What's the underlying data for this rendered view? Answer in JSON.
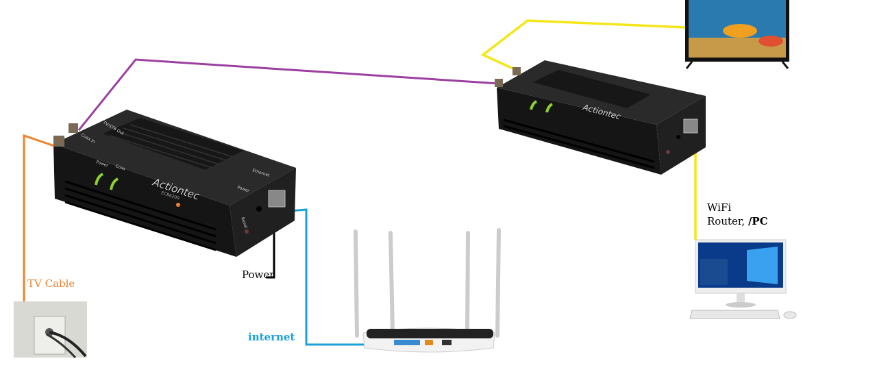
{
  "labels": {
    "tv_cable": "TV Cable",
    "power": "Power",
    "internet": "internet",
    "wifi_line1": "WiFi",
    "wifi_line2": "Router, ",
    "wifi_pc": "/PC"
  },
  "adapter": {
    "brand": "Actiontec",
    "model": "ECB6200",
    "tv_out": "TV/STB Out",
    "coax_in": "Coax In",
    "led_power": "Power",
    "led_coax": "Coax",
    "ethernet": "Ethernet",
    "power_port": "Power",
    "reset": "Reset"
  },
  "colors": {
    "tv_cable": "#f0812a",
    "coax_link": "#9b3fa0",
    "tv_link": "#f5e61a",
    "internet": "#1aa0dc",
    "power": "#000000",
    "device": "#1b1b1b",
    "led": "#8fd12c"
  }
}
